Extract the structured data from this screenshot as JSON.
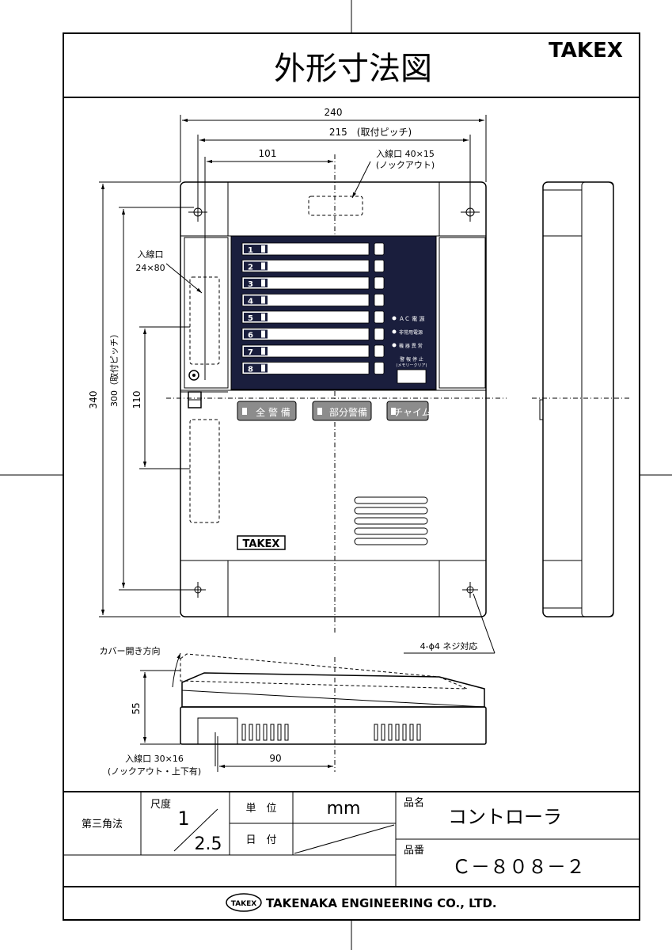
{
  "title": "外形寸法図",
  "brand": "TAKEX",
  "dimensions": {
    "w240": "240",
    "w215": "215　(取付ピッチ)",
    "w101": "101",
    "knockout_top_1": "入線口 40×15",
    "knockout_top_2": "(ノックアウト)",
    "inlet_left_1": "入線口",
    "inlet_left_2": "24×80",
    "h340": "340",
    "h300": "300（取付ピッチ）",
    "h110": "110",
    "screw_note": "4-ϕ4  ネジ対応",
    "cover_dir": "カバー開き方向",
    "h55": "55",
    "w90": "90",
    "inlet_bottom_1": "入線口 30×16",
    "inlet_bottom_2": "(ノックアウト・上下有)"
  },
  "panel": {
    "zones": [
      "1",
      "2",
      "3",
      "4",
      "5",
      "6",
      "7",
      "8"
    ],
    "indicators": [
      "ＡＣ 電 源",
      "非常用電源",
      "機 器 異 常"
    ],
    "stop_label_1": "警 報 停 止",
    "stop_label_2": "(メモリークリア)",
    "buttons": [
      "全 警 備",
      "部分警備",
      "チャイム"
    ],
    "logo": "TAKEX"
  },
  "title_block": {
    "projection": "第三角法",
    "scale_label": "尺度",
    "scale_num": "1",
    "scale_den": "2.5",
    "unit_label": "単　位",
    "unit_value": "mm",
    "date_label": "日　付",
    "name_label": "品名",
    "name_value": "コントローラ",
    "part_label": "品番",
    "part_value": "Ｃ－８０８－２",
    "company_logo": "TAKEX",
    "company": "TAKENAKA ENGINEERING CO., LTD."
  }
}
